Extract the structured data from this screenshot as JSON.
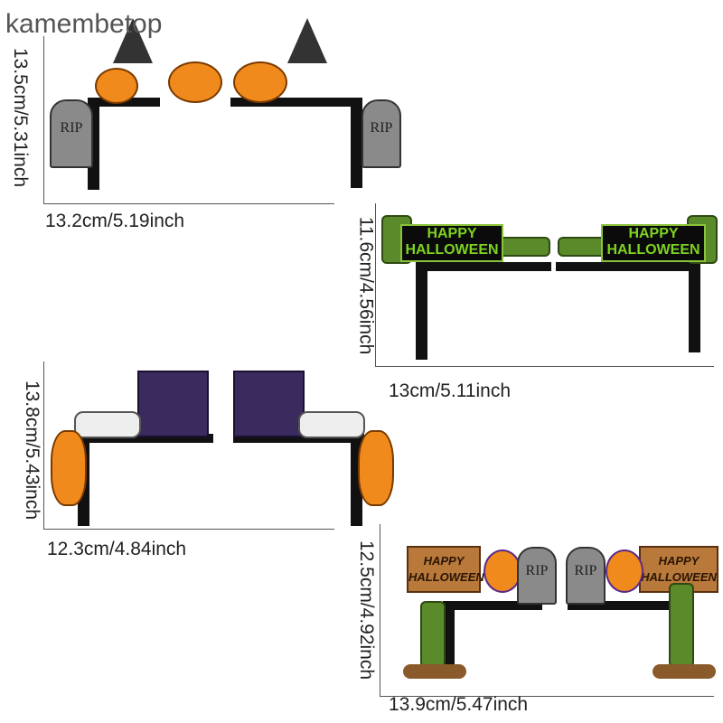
{
  "watermark": "kamembetop",
  "sets": [
    {
      "height_label": "13.5cm/5.31inch",
      "width_label": "13.2cm/5.19inch",
      "tombstone_text": "RIP"
    },
    {
      "height_label": "11.6cm/4.56inch",
      "width_label": "13cm/5.11inch",
      "sign_line1": "HAPPY",
      "sign_line2": "HALLOWEEN"
    },
    {
      "height_label": "13.8cm/5.43inch",
      "width_label": "12.3cm/4.84inch"
    },
    {
      "height_label": "12.5cm/4.92inch",
      "width_label": "13.9cm/5.47inch",
      "tombstone_text": "RIP",
      "sign_line1": "HAPPY",
      "sign_line2": "HALLOWEEN"
    }
  ]
}
